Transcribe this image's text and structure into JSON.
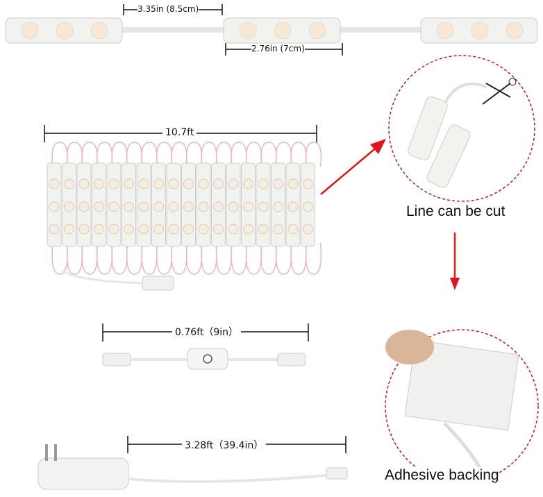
{
  "dimensions": {
    "module_spacing": "3.35in (8.5cm)",
    "module_length": "2.76in (7cm)",
    "strip_length": "10.7ft",
    "switch_cable": "0.76ft（9in）",
    "adapter_cable": "3.28ft（39.4in）"
  },
  "captions": {
    "cut": "Line can be cut",
    "adhesive": "Adhesive backing"
  },
  "colors": {
    "arrow": "#e0141c",
    "circle": "#b02020",
    "module": "#f2f2ee",
    "wire": "#e9b8b8"
  }
}
